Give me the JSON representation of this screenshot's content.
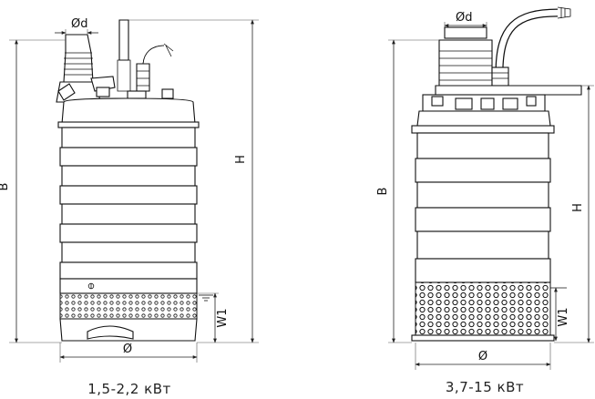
{
  "pumps": [
    {
      "caption": "1,5-2,2 кВт",
      "labels": {
        "B": "B",
        "H": "H",
        "d": "Ød",
        "dia": "Ø",
        "W1": "W1"
      }
    },
    {
      "caption": "3,7-15 кВт",
      "labels": {
        "B": "B",
        "H": "H",
        "d": "Ød",
        "dia": "Ø",
        "W1": "W1"
      }
    }
  ]
}
